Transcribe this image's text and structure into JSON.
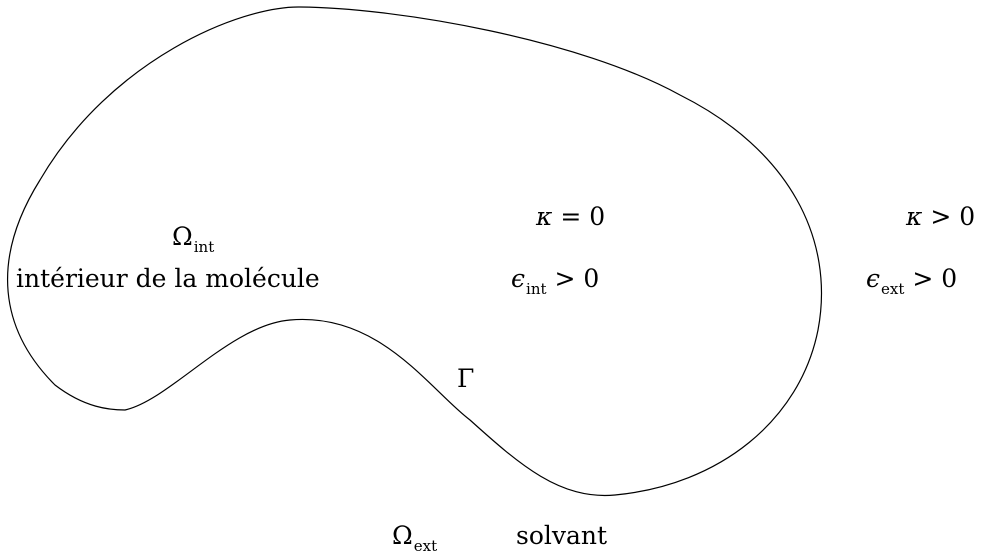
{
  "diagram": {
    "molecule": {
      "omega_symbol": "Ω",
      "omega_subscript": "int",
      "description": "intérieur de la molécule"
    },
    "interior_params": {
      "kappa_symbol": "κ",
      "kappa_relation": "= 0",
      "epsilon_symbol": "ϵ",
      "epsilon_subscript": "int",
      "epsilon_relation": "> 0"
    },
    "exterior_params": {
      "kappa_symbol": "κ",
      "kappa_relation": "> 0",
      "epsilon_symbol": "ϵ",
      "epsilon_subscript": "ext",
      "epsilon_relation": "> 0"
    },
    "boundary": {
      "label": "Γ"
    },
    "solvent": {
      "omega_symbol": "Ω",
      "omega_subscript": "ext",
      "description": "solvant"
    },
    "colors": {
      "stroke": "#000000",
      "background": "#ffffff"
    }
  }
}
